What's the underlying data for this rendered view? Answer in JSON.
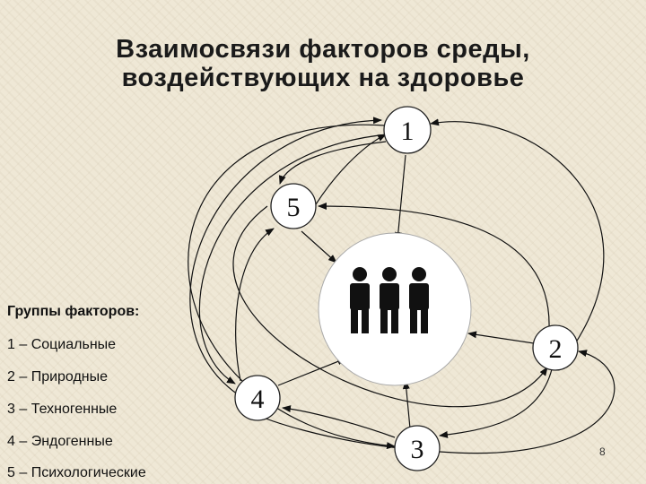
{
  "slide": {
    "title_line1": "Взаимосвязи факторов среды,",
    "title_line2": "воздействующих на здоровье",
    "page_number": "8"
  },
  "diagram": {
    "nodes": [
      {
        "id": "1",
        "label": "1"
      },
      {
        "id": "2",
        "label": "2"
      },
      {
        "id": "3",
        "label": "3"
      },
      {
        "id": "4",
        "label": "4"
      },
      {
        "id": "5",
        "label": "5"
      }
    ],
    "center_icon": "three-people-icon"
  },
  "legend": {
    "title": "Группы факторов:",
    "items": [
      "1 – Социальные",
      "2 – Природные",
      "3 – Техногенные",
      "4 – Эндогенные",
      "5 – Психологические"
    ]
  },
  "colors": {
    "background": "#efe8d6",
    "node_fill": "#ffffff",
    "lines": "#111111"
  }
}
